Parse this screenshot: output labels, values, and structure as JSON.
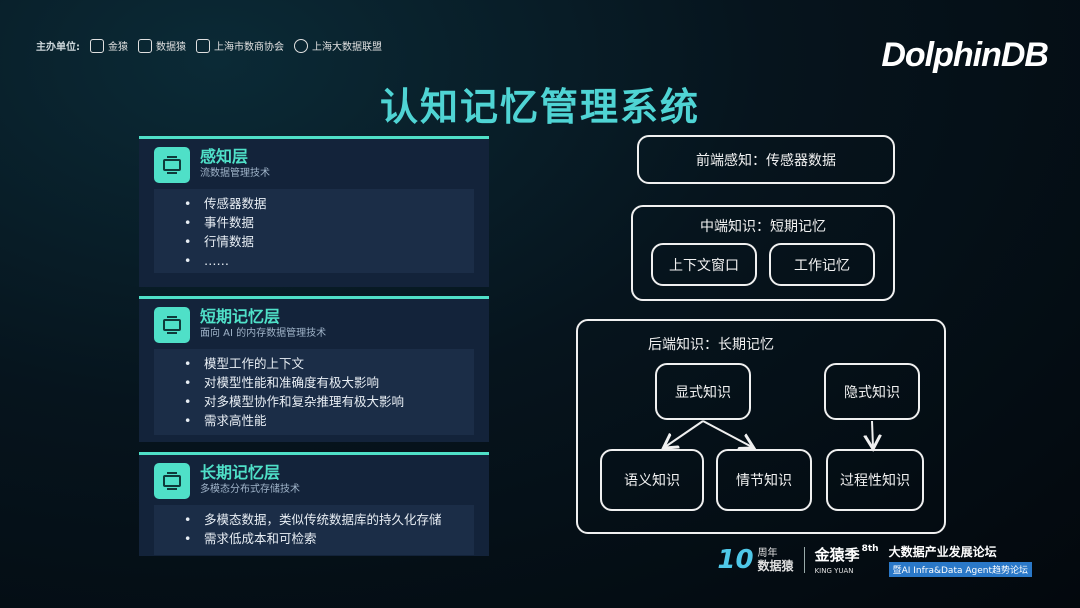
{
  "sponsor": {
    "label": "主办单位:",
    "logos": [
      {
        "name": "kingyuan-logo",
        "text": "金猿"
      },
      {
        "name": "datayuan-logo",
        "text": "数据猿"
      },
      {
        "name": "shanghai-association-logo",
        "text": "上海市数商协会"
      },
      {
        "name": "shanghai-bigdata-alliance-logo",
        "text": "上海大数据联盟"
      }
    ]
  },
  "brand": "DolphinDB",
  "title": "认知记忆管理系统",
  "layers": [
    {
      "name": "感知层",
      "subtitle": "流数据管理技术",
      "items": [
        "传感器数据",
        "事件数据",
        "行情数据",
        "……"
      ]
    },
    {
      "name": "短期记忆层",
      "subtitle": "面向 AI 的内存数据管理技术",
      "items": [
        "模型工作的上下文",
        "对模型性能和准确度有极大影响",
        "对多模型协作和复杂推理有极大影响",
        "需求高性能"
      ]
    },
    {
      "name": "长期记忆层",
      "subtitle": "多模态分布式存储技术",
      "items": [
        "多模态数据，类似传统数据库的持久化存储",
        "需求低成本和可检索"
      ]
    }
  ],
  "diagram": {
    "front": "前端感知：传感器数据",
    "middle": {
      "label": "中端知识：短期记忆",
      "children": [
        "上下文窗口",
        "工作记忆"
      ]
    },
    "back": {
      "label": "后端知识：长期记忆",
      "explicit": "显式知识",
      "implicit": "隐式知识",
      "semantic": "语义知识",
      "episodic": "情节知识",
      "procedural": "过程性知识"
    }
  },
  "footer": {
    "anniversary_number": "10",
    "anniversary_text_1": "周年",
    "anniversary_text_2": "数据猿",
    "season": "金猿季",
    "season_sub": "KING YUAN",
    "season_edition": "8th",
    "forum": "大数据产业发展论坛",
    "forum_sub": "暨AI Infra&Data Agent趋势论坛"
  },
  "colors": {
    "accent": "#4fe0c8",
    "title": "#4fd4d4",
    "card_bg": "#13233a",
    "card_inner_bg": "#1b2d47"
  }
}
